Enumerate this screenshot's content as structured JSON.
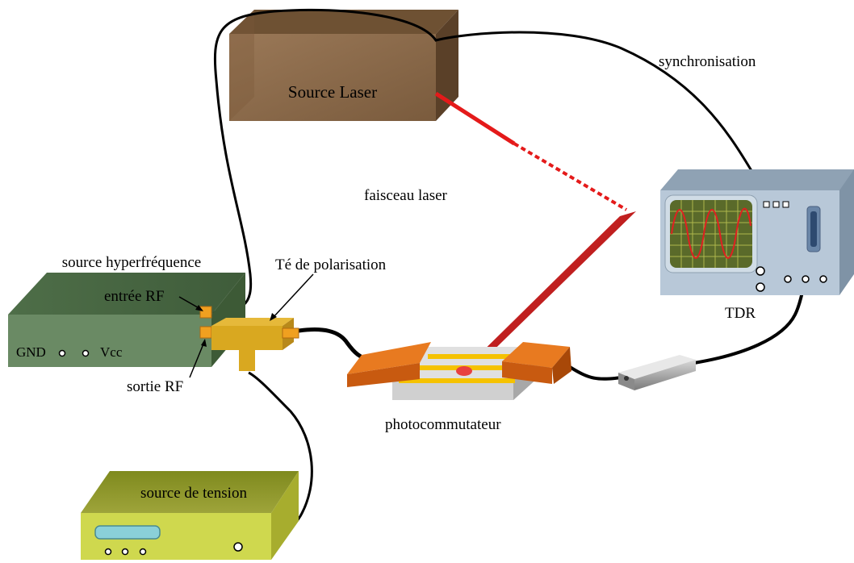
{
  "labels": {
    "laser_source": "Source Laser",
    "synchronisation": "synchronisation",
    "laser_beam": "faisceau laser",
    "microwave_source": "source hyperfréquence",
    "bias_tee": "Té de polarisation",
    "rf_input": "entrée RF",
    "rf_output": "sortie RF",
    "gnd": "GND",
    "vcc": "Vcc",
    "tdr": "TDR",
    "photoswitch": "photocommutateur",
    "voltage_source": "source de tension"
  },
  "colors": {
    "laser_box": "#8c6b4a",
    "laser_beam": "#e41a1a",
    "microwave_box": "#5e7f5a",
    "bias_tee": "#d9a820",
    "connector": "#f0a020",
    "tdr_box": "#b8c8d8",
    "tdr_screen": "#5a6a2a",
    "tdr_trace": "#e02020",
    "photoswitch_pad": "#d86a18",
    "voltage_box": "#c8d050",
    "cable": "#000000"
  }
}
